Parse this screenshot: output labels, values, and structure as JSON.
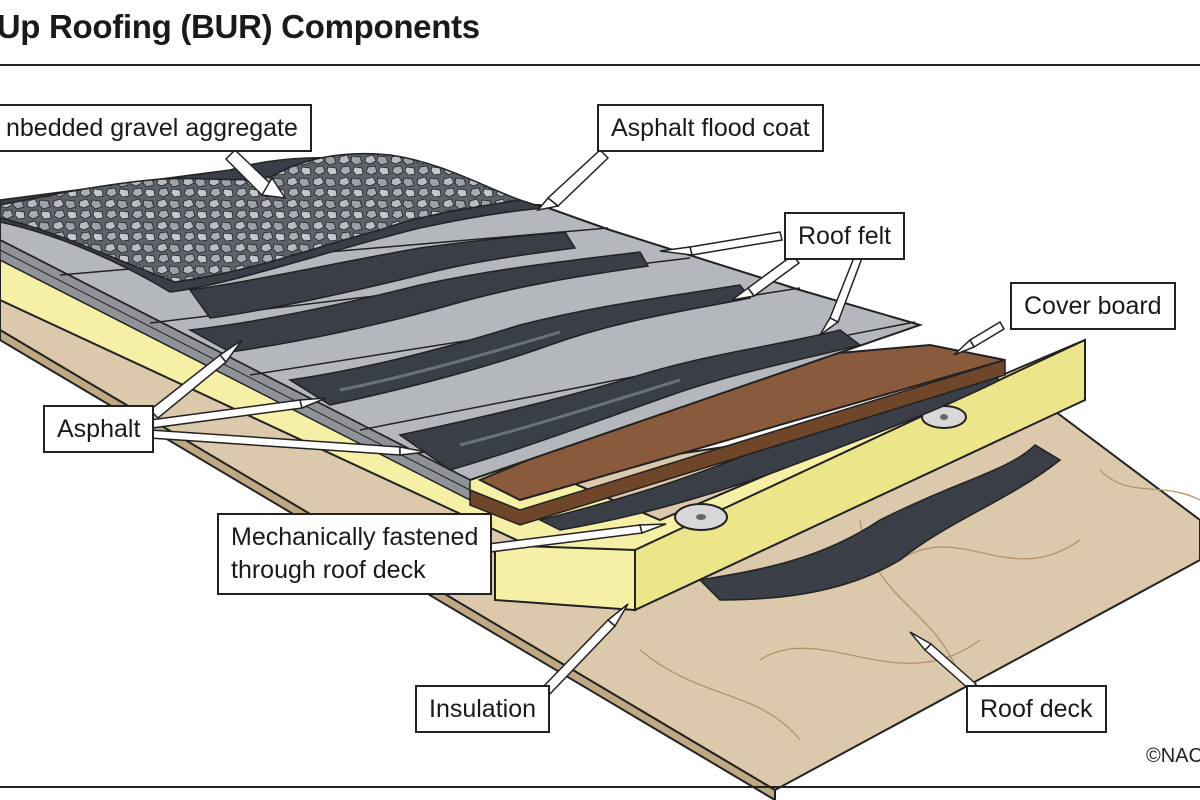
{
  "title": "-Up Roofing (BUR) Components",
  "labels": {
    "gravel": "nbedded gravel aggregate",
    "flood_coat": "Asphalt flood coat",
    "roof_felt": "Roof felt",
    "cover_board": "Cover board",
    "asphalt": "Asphalt",
    "fastened_line1": "Mechanically fastened",
    "fastened_line2": "through roof deck",
    "insulation": "Insulation",
    "roof_deck": "Roof deck"
  },
  "copyright": "©NAC",
  "colors": {
    "gravel": "#8a8f95",
    "asphalt": "#3a3f47",
    "felt": "#b4b8bd",
    "cover_board": "#8a5a3c",
    "insulation": "#f5f0a6",
    "roof_deck": "#dcc9ab",
    "outline": "#222222"
  }
}
